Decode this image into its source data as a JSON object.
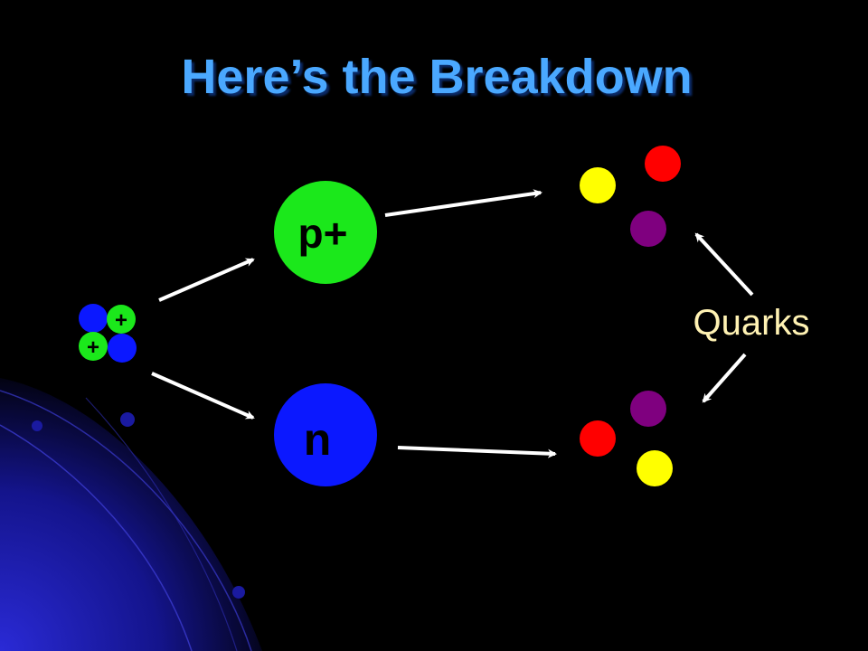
{
  "slide": {
    "title": "Here’s the Breakdown"
  },
  "nucleus": {
    "proton_symbol": "+",
    "colors": {
      "neutron": "#0b18ff",
      "proton": "#1be81b"
    }
  },
  "particles": {
    "proton_label": "p+",
    "neutron_label": "n",
    "proton_color": "#1be81b",
    "neutron_color": "#0b18ff"
  },
  "quarks": {
    "label": "Quarks",
    "label_color": "#fff2b3",
    "colors": {
      "yellow": "#ffff00",
      "red": "#ff0000",
      "purple": "#7f007f"
    }
  },
  "theme": {
    "background": "#000000",
    "title_color": "#4aa8ff",
    "arrow_color": "#ffffff"
  }
}
